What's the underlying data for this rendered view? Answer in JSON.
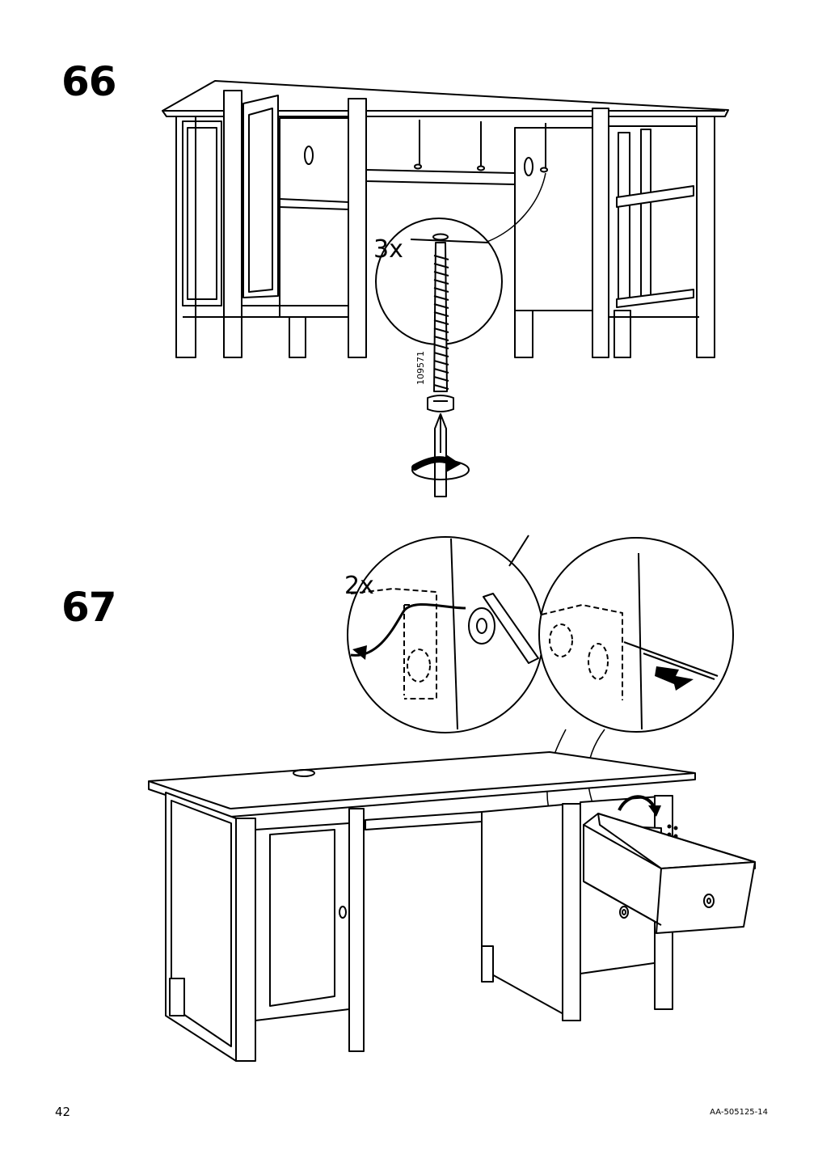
{
  "steps": [
    {
      "number": "66",
      "quantity": "3x",
      "part_number": "109571"
    },
    {
      "number": "67",
      "quantity": "2x"
    }
  ],
  "footer": {
    "page_number": "42",
    "document_id": "AA-505125-14"
  }
}
